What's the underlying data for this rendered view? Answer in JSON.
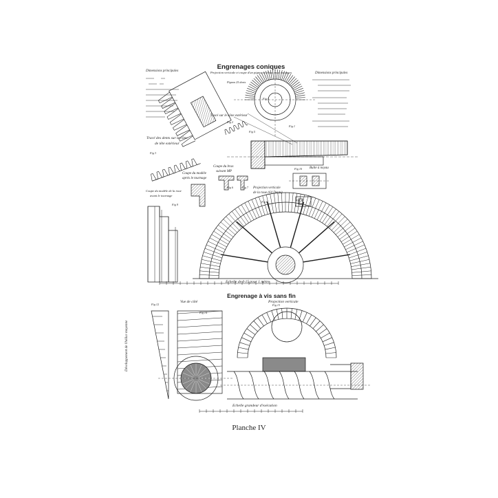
{
  "top": {
    "title": "Engrenages coniques",
    "subtitle": "Projection verticale et coupe d'un pignon et d'une roue coniques",
    "left_header": "Dimensions principales",
    "right_header": "Dimensions principales",
    "labels": {
      "pignon_label": "Pignon 25 dents",
      "fig1": "Fig 1",
      "fig2": "Fig 2",
      "fig3": "Fig 3",
      "fig4": "Fig 4",
      "fig5": "Fig 5",
      "fig6": "Fig 6",
      "fig7": "Fig 7",
      "fig8": "Fig 8",
      "fig9": "Fig 9",
      "fig10": "Fig 10",
      "fig11": "Fig 11",
      "trace_exterieur": "Tracé sur le cône extérieur",
      "trace_dents_1": "Tracé des dents sur le cône",
      "trace_dents_2": "de tête extérieur",
      "coupe_bras_1": "Coupe du bras",
      "coupe_bras_2": "suivant MP",
      "coupe_modele_1": "Coupe du modèle",
      "coupe_modele_2": "après le tournage",
      "coupe_modele_roue_1": "Coupe du modèle de la roue",
      "coupe_modele_roue_2": "avant le tournage",
      "projection_1": "Projection verticale",
      "projection_2": "de la roue (64 Dents)",
      "bulte_1": "Bulte à noyau",
      "echelle": "Echelle de 0·15 pour 1 mètre"
    }
  },
  "bottom": {
    "title": "Engrenage à vis sans fin",
    "labels": {
      "fig12": "Fig 12",
      "fig13": "Fig 13",
      "fig14": "Fig 14",
      "vue_cote": "Vue de côté",
      "projection": "Projection verticale",
      "developpement_1": "Développement de l'hélice moyenne",
      "echelle": "Echelle grandeur d'exécution"
    }
  },
  "caption": "Planche IV",
  "colors": {
    "ink": "#1a1a1a",
    "hatch": "#555555",
    "section_fill": "#8a8a8a",
    "paper": "#ffffff"
  }
}
